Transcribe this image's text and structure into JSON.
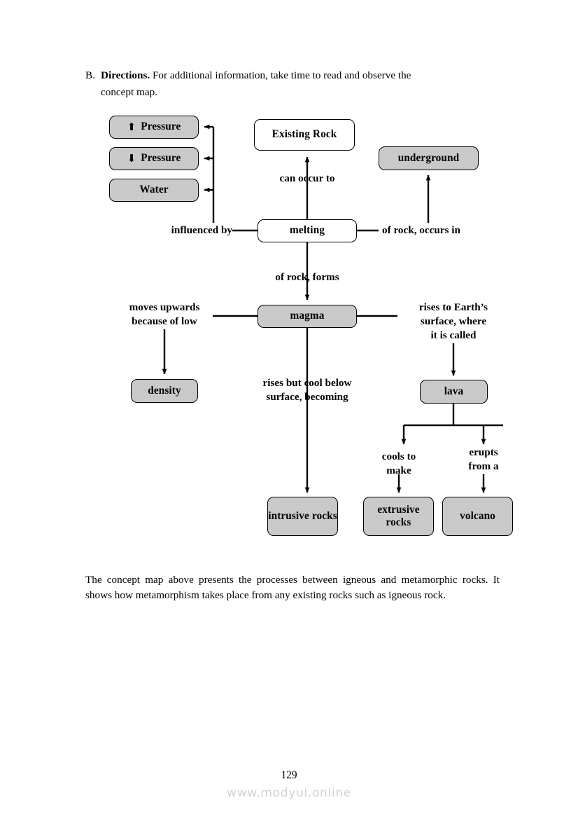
{
  "directions": {
    "letter": "B.",
    "lead": "Directions.",
    "body": " For additional information, take time to read and observe the",
    "second_line": "concept map."
  },
  "concept_map": {
    "nodes": [
      {
        "id": "pressure-up",
        "label": "Pressure",
        "icon": "arrow-up-glyph",
        "fill": "#c9c9c9",
        "shape": "rounded-rect"
      },
      {
        "id": "pressure-down",
        "label": "Pressure",
        "icon": "arrow-down-glyph",
        "fill": "#c9c9c9",
        "shape": "rounded-rect"
      },
      {
        "id": "water",
        "label": "Water",
        "icon": "",
        "fill": "#c9c9c9",
        "shape": "rounded-rect"
      },
      {
        "id": "existing-rock",
        "label": "Existing Rock",
        "icon": "",
        "fill": "#ffffff",
        "shape": "rounded-rect"
      },
      {
        "id": "underground",
        "label": "underground",
        "icon": "",
        "fill": "#c9c9c9",
        "shape": "rounded-rect"
      },
      {
        "id": "melting",
        "label": "melting",
        "icon": "",
        "fill": "#ffffff",
        "shape": "rounded-rect"
      },
      {
        "id": "magma",
        "label": "magma",
        "icon": "",
        "fill": "#c9c9c9",
        "shape": "rounded-rect"
      },
      {
        "id": "density",
        "label": "density",
        "icon": "",
        "fill": "#c9c9c9",
        "shape": "rounded-rect"
      },
      {
        "id": "lava",
        "label": "lava",
        "icon": "",
        "fill": "#c9c9c9",
        "shape": "rounded-rect"
      },
      {
        "id": "intrusive",
        "label": "intrusive\nrocks",
        "icon": "",
        "fill": "#c9c9c9",
        "shape": "rounded-rect"
      },
      {
        "id": "extrusive",
        "label": "extrusive\nrocks",
        "icon": "",
        "fill": "#c9c9c9",
        "shape": "rounded-rect"
      },
      {
        "id": "volcano",
        "label": "volcano",
        "icon": "",
        "fill": "#c9c9c9",
        "shape": "rounded-rect"
      }
    ],
    "edge_labels": [
      {
        "id": "can-occur-to",
        "text": "can occur to"
      },
      {
        "id": "influenced-by",
        "text": "influenced by"
      },
      {
        "id": "of-rock-occurs-in",
        "text": "of rock, occurs in"
      },
      {
        "id": "of-rock-forms",
        "text": "of rock, forms"
      },
      {
        "id": "moves-upwards",
        "text": "moves upwards\nbecause of low"
      },
      {
        "id": "rises-to-surface",
        "text": "rises to Earth’s\nsurface, where\nit is called"
      },
      {
        "id": "rises-but-cool",
        "text": "rises but cool below\nsurface, becoming"
      },
      {
        "id": "cools-to-make",
        "text": "cools to\nmake"
      },
      {
        "id": "erupts-from-a",
        "text": "erupts\nfrom a"
      }
    ]
  },
  "closing_paragraph": "The concept map above presents the processes between igneous and metamorphic rocks. It shows how metamorphism takes place from any existing rocks such as igneous rock.",
  "footer": {
    "page_number": "129",
    "watermark": "www.modyul.online"
  }
}
